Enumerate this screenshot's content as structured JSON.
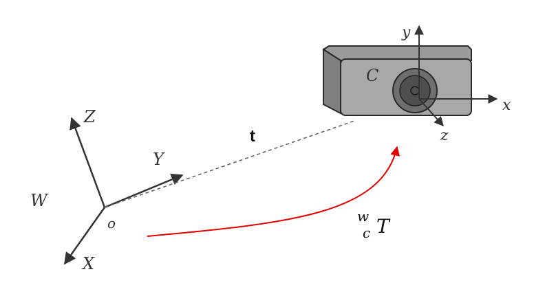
{
  "world_frame": {
    "frame_label": "W",
    "origin_label": "o",
    "axes": {
      "x": "X",
      "y": "Y",
      "z": "Z"
    }
  },
  "camera_frame": {
    "frame_label": "C",
    "axes": {
      "x": "x",
      "y": "y",
      "z": "z"
    }
  },
  "translation_label": "t",
  "transform_label": {
    "superscript": "w",
    "subscript": "c",
    "symbol": "T"
  },
  "colors": {
    "transform_arrow": "#e00000",
    "camera_body": "#8c8c8c",
    "camera_face": "#a6a6a6",
    "axis": "#333333",
    "lens": "#5a5a5a"
  }
}
